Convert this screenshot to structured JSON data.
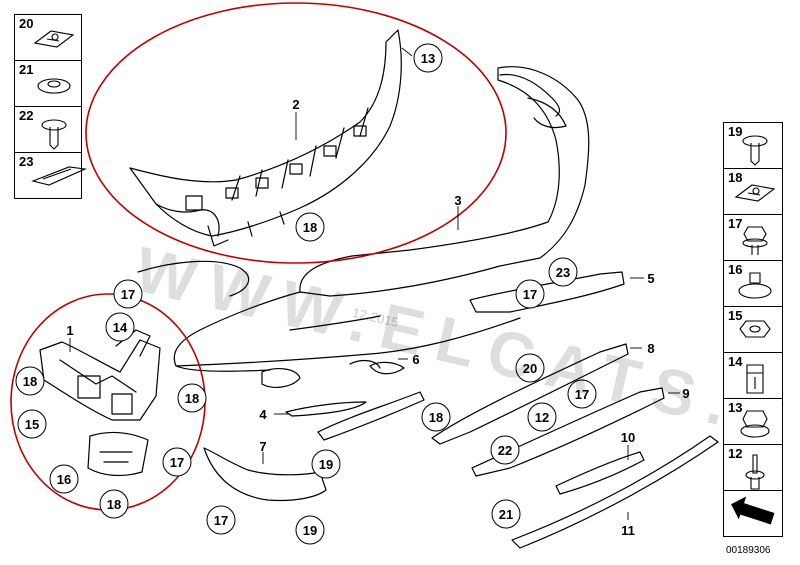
{
  "diagram": {
    "id": "00189306",
    "watermark": "WWW.ELCATS.RU",
    "watermark_date": "12.2015",
    "highlight_color": "#c00000",
    "callouts": [
      {
        "label": "2",
        "circled": false
      },
      {
        "label": "3",
        "circled": false
      },
      {
        "label": "1",
        "circled": false
      },
      {
        "label": "4",
        "circled": false
      },
      {
        "label": "5",
        "circled": false
      },
      {
        "label": "6",
        "circled": false
      },
      {
        "label": "7",
        "circled": false
      },
      {
        "label": "8",
        "circled": false
      },
      {
        "label": "9",
        "circled": false
      },
      {
        "label": "10",
        "circled": false
      },
      {
        "label": "11",
        "circled": false
      },
      {
        "label": "13",
        "circled": true
      },
      {
        "label": "18",
        "circled": true
      },
      {
        "label": "23",
        "circled": true
      },
      {
        "label": "17",
        "circled": true
      },
      {
        "label": "17",
        "circled": true
      },
      {
        "label": "14",
        "circled": true
      },
      {
        "label": "18",
        "circled": true
      },
      {
        "label": "15",
        "circled": true
      },
      {
        "label": "16",
        "circled": true
      },
      {
        "label": "18",
        "circled": true
      },
      {
        "label": "18",
        "circled": true
      },
      {
        "label": "17",
        "circled": true
      },
      {
        "label": "19",
        "circled": true
      },
      {
        "label": "17",
        "circled": true
      },
      {
        "label": "19",
        "circled": true
      },
      {
        "label": "20",
        "circled": true
      },
      {
        "label": "17",
        "circled": true
      },
      {
        "label": "18",
        "circled": true
      },
      {
        "label": "12",
        "circled": true
      },
      {
        "label": "22",
        "circled": true
      },
      {
        "label": "21",
        "circled": true
      }
    ]
  },
  "legend_left": [
    {
      "num": "20",
      "icon": "clip-nut-icon"
    },
    {
      "num": "21",
      "icon": "grommet-icon"
    },
    {
      "num": "22",
      "icon": "expanding-rivet-icon"
    },
    {
      "num": "23",
      "icon": "bracket-strip-icon"
    }
  ],
  "legend_right": [
    {
      "num": "19",
      "icon": "expanding-rivet-icon"
    },
    {
      "num": "18",
      "icon": "clip-nut-icon"
    },
    {
      "num": "17",
      "icon": "hex-screw-washer-icon"
    },
    {
      "num": "16",
      "icon": "push-nut-icon"
    },
    {
      "num": "15",
      "icon": "hex-screw-icon"
    },
    {
      "num": "14",
      "icon": "spreading-nut-icon"
    },
    {
      "num": "13",
      "icon": "collar-nut-icon"
    },
    {
      "num": "12",
      "icon": "rivet-pin-icon"
    },
    {
      "num": "",
      "icon": "nav-arrow-icon"
    }
  ]
}
